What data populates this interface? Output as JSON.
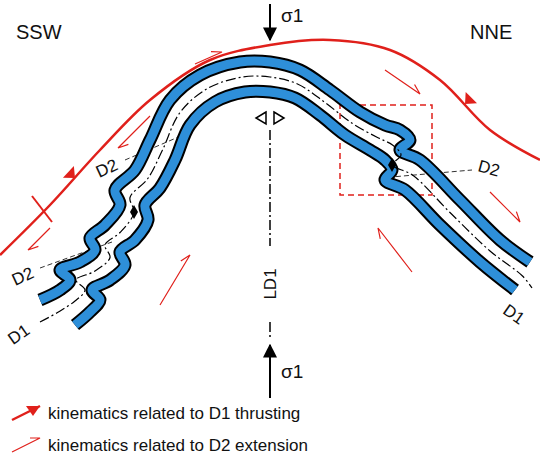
{
  "diagram": {
    "labels": [
      "σ1",
      "SSW",
      "NNE",
      "D2",
      "D2",
      "D2",
      "D1",
      "D1",
      "LD1",
      "σ1"
    ],
    "legend": [
      {
        "text": "kinematics related to D1 thrusting"
      },
      {
        "text": "kinematics related to D2 extension"
      }
    ]
  }
}
